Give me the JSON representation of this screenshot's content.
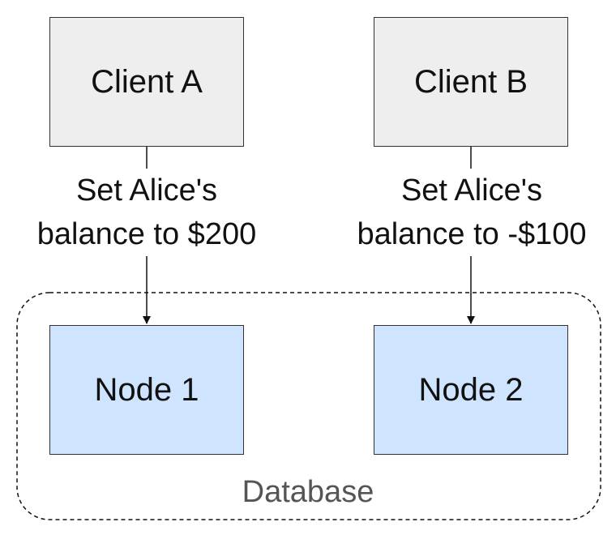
{
  "diagram": {
    "clients": [
      {
        "label": "Client A"
      },
      {
        "label": "Client B"
      }
    ],
    "nodes": [
      {
        "label": "Node 1"
      },
      {
        "label": "Node 2"
      }
    ],
    "edges": [
      {
        "line1": "Set Alice's",
        "line2": "balance to $200"
      },
      {
        "line1": "Set Alice's",
        "line2": "balance to -$100"
      }
    ],
    "group_label": "Database"
  },
  "colors": {
    "client_fill": "#eeeeee",
    "node_fill": "#cfe5ff",
    "stroke": "#333333",
    "group_label": "#555555"
  }
}
